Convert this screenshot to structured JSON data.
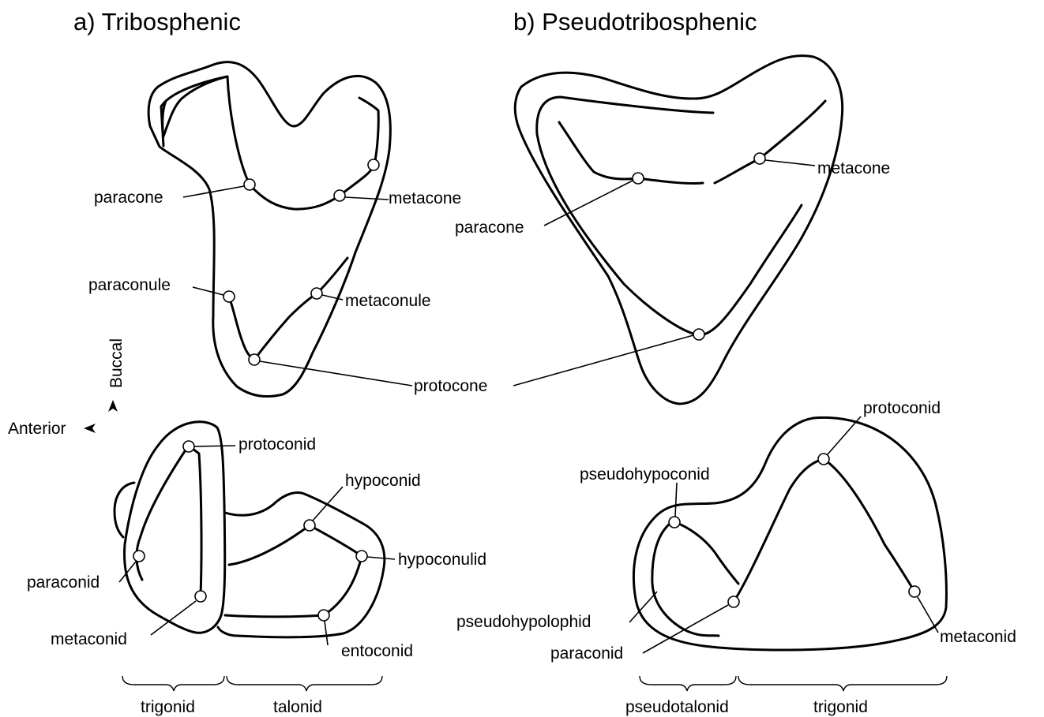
{
  "titles": {
    "tribosphenic": "a) Tribosphenic",
    "pseudotribosphenic": "b) Pseudotribosphenic"
  },
  "orientation": {
    "buccal": "Buccal",
    "anterior": "Anterior"
  },
  "tribosphenic_upper": {
    "paracone": "paracone",
    "metacone": "metacone",
    "paraconule": "paraconule",
    "metaconule": "metaconule"
  },
  "shared": {
    "protocone": "protocone"
  },
  "pseudo_upper": {
    "paracone": "paracone",
    "metacone": "metacone"
  },
  "tribosphenic_lower": {
    "protoconid": "protoconid",
    "hypoconid": "hypoconid",
    "hypoconulid": "hypoconulid",
    "paraconid": "paraconid",
    "metaconid": "metaconid",
    "entoconid": "entoconid",
    "trigonid": "trigonid",
    "talonid": "talonid"
  },
  "pseudo_lower": {
    "protoconid": "protoconid",
    "pseudohypoconid": "pseudohypoconid",
    "pseudohypolophid": "pseudohypolophid",
    "paraconid": "paraconid",
    "metaconid": "metaconid",
    "pseudotalonid": "pseudotalonid",
    "trigonid": "trigonid"
  }
}
